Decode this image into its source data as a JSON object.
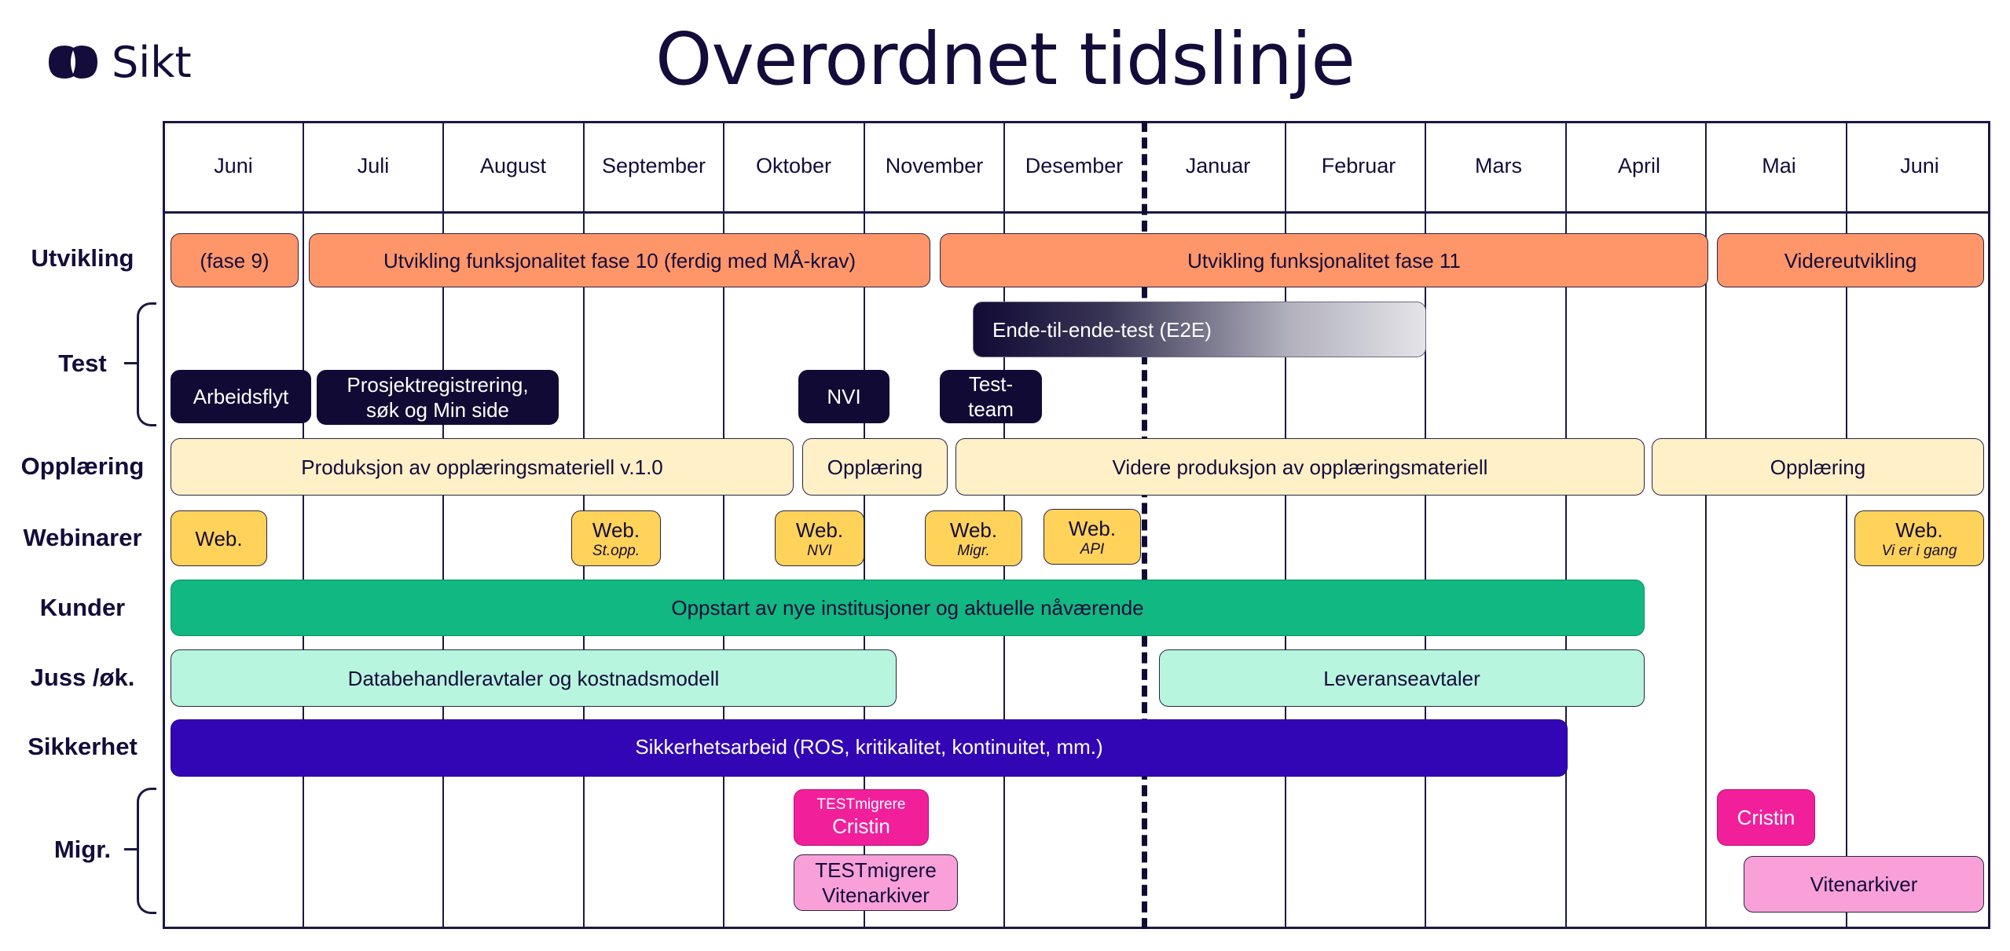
{
  "logo": {
    "icon": "sikt-logo-icon",
    "text": "Sikt"
  },
  "title": "Overordnet tidslinje",
  "months": [
    "Juni",
    "Juli",
    "August",
    "September",
    "Oktober",
    "November",
    "Desember",
    "Januar",
    "Februar",
    "Mars",
    "April",
    "Mai",
    "Juni"
  ],
  "rows": {
    "utvikling": "Utvikling",
    "test": "Test",
    "opplaering": "Opplæring",
    "webinarer": "Webinarer",
    "kunder": "Kunder",
    "juss": "Juss /øk.",
    "sikkerhet": "Sikkerhet",
    "migr": "Migr."
  },
  "bars": {
    "fase9": "(fase 9)",
    "fase10": "Utvikling funksjonalitet fase 10 (ferdig med MÅ-krav)",
    "fase11": "Utvikling funksjonalitet fase 11",
    "videreutvikling": "Videreutvikling",
    "e2e": "Ende-til-ende-test (E2E)",
    "arbeidsflyt": "Arbeidsflyt",
    "prosjekt_l1": "Prosjektregistrering,",
    "prosjekt_l2": "søk og Min side",
    "nvi": "NVI",
    "testteam_l1": "Test-",
    "testteam_l2": "team",
    "prod_v1": "Produksjon av opplæringsmateriell v.1.0",
    "opplaering1": "Opplæring",
    "videre_prod": "Videre produksjon av opplæringsmateriell",
    "opplaering2": "Opplæring",
    "web1": "Web.",
    "web2": "Web.",
    "web2_sub": "St.opp.",
    "web3": "Web.",
    "web3_sub": "NVI",
    "web4": "Web.",
    "web4_sub": "Migr.",
    "web5": "Web.",
    "web5_sub": "API",
    "web6": "Web.",
    "web6_sub": "Vi er i gang",
    "kunder": "Oppstart av nye institusjoner og aktuelle nåværende",
    "databehandler": "Databehandleravtaler og kostnadsmodell",
    "leveranse": "Leveranseavtaler",
    "sikkerhet": "Sikkerhetsarbeid (ROS, kritikalitet, kontinuitet, mm.)",
    "test_cristin_l1": "TESTmigrere",
    "test_cristin_l2": "Cristin",
    "test_viten_l1": "TESTmigrere",
    "test_viten_l2": "Vitenarkiver",
    "cristin": "Cristin",
    "vitenarkiver": "Vitenarkiver"
  }
}
